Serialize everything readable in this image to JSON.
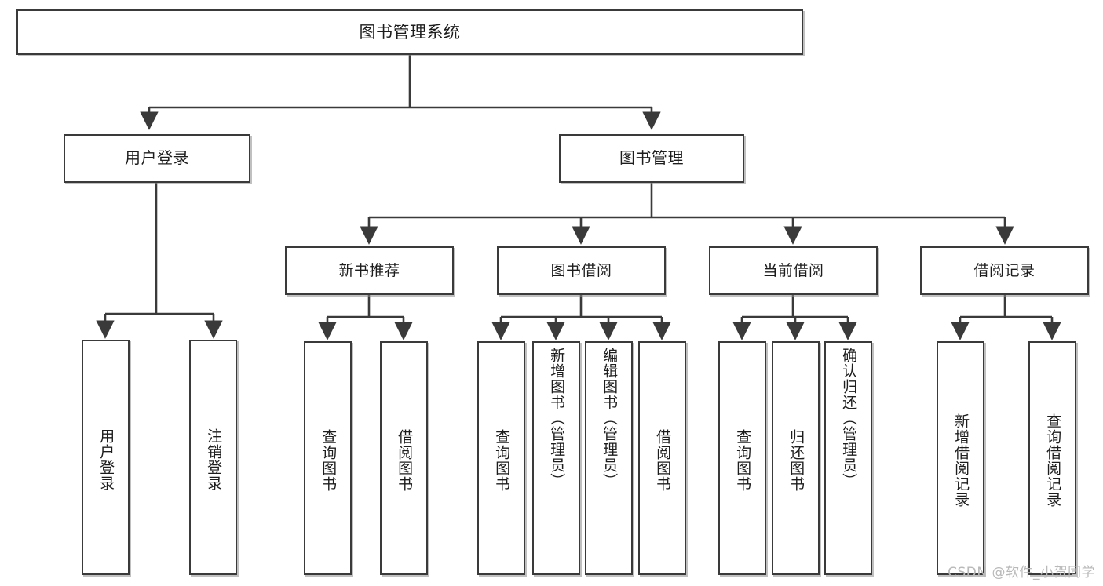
{
  "diagram": {
    "title": "图书管理系统",
    "type": "tree",
    "watermark": "CSDN @软件_小贺同学",
    "colors": {
      "stroke": "#3a3a3a",
      "fill": "#ffffff",
      "text": "#1d1d1d",
      "watermark": "#b9b9b9"
    },
    "nodes": {
      "root": {
        "label": "图书管理系统"
      },
      "level1": [
        {
          "label": "用户登录"
        },
        {
          "label": "图书管理"
        }
      ],
      "level2": [
        {
          "label": "新书推荐"
        },
        {
          "label": "图书借阅"
        },
        {
          "label": "当前借阅"
        },
        {
          "label": "借阅记录"
        }
      ],
      "leaves_user_login": [
        {
          "label": "用户登录"
        },
        {
          "label": "注销登录"
        }
      ],
      "leaves_new_book": [
        {
          "label": "查询图书"
        },
        {
          "label": "借阅图书"
        }
      ],
      "leaves_borrow_book": [
        {
          "label": "查询图书"
        },
        {
          "label": "新增图书（管理员）"
        },
        {
          "label": "编辑图书（管理员）"
        },
        {
          "label": "借阅图书"
        }
      ],
      "leaves_current_borrow": [
        {
          "label": "查询图书"
        },
        {
          "label": "归还图书"
        },
        {
          "label": "确认归还（管理员）"
        }
      ],
      "leaves_borrow_record": [
        {
          "label": "新增借阅记录"
        },
        {
          "label": "查询借阅记录"
        }
      ]
    }
  }
}
